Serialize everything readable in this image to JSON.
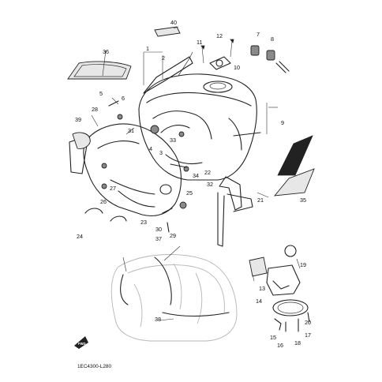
{
  "diagram_code": "1EC4300-L280",
  "forward_label": "FWD",
  "callouts": [
    "1",
    "2",
    "3",
    "4",
    "5",
    "6",
    "7",
    "8",
    "9",
    "10",
    "11",
    "12",
    "13",
    "14",
    "15",
    "16",
    "17",
    "18",
    "19",
    "20",
    "21",
    "22",
    "23",
    "24",
    "25",
    "26",
    "27",
    "28",
    "29",
    "30",
    "31",
    "32",
    "33",
    "34",
    "35",
    "36",
    "37",
    "38",
    "39",
    "40"
  ]
}
